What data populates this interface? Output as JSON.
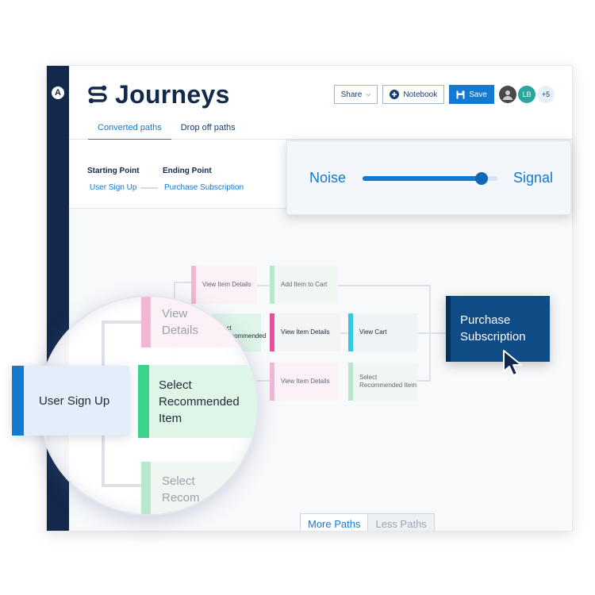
{
  "header": {
    "title": "Journeys",
    "tabs": [
      "Converted paths",
      "Drop off paths"
    ],
    "share_label": "Share",
    "notebook_label": "Notebook",
    "save_label": "Save",
    "avatar_initials": "LB",
    "avatar_more": "+5"
  },
  "filters": {
    "starting_label": "Starting Point",
    "starting_value": "User Sign Up",
    "ending_label": "Ending Point",
    "ending_value": "Purchase Subscription"
  },
  "slider": {
    "left_label": "Noise",
    "right_label": "Signal",
    "value_fraction": 0.88
  },
  "graph": {
    "nodes": {
      "view_item_details_top": "View Item Details",
      "add_item_to_cart": "Add Item to Cart",
      "view_item_details_mid": "View Item Details",
      "view_cart": "View Cart",
      "select_recommended_item_mid": "ect Recommended",
      "view_item_details_bottom": "View Item Details",
      "select_recommended_item_bottom": "Select Recommended Item",
      "purchase_subscription": "Purchase Subscription"
    },
    "more_paths": "More Paths",
    "less_paths": "Less Paths"
  },
  "magnifier": {
    "view_details": "View Details",
    "select_recommended_item": "Select Recommended Item",
    "select_recom": "Select Recom",
    "user_sign_up": "User Sign Up"
  },
  "colors": {
    "navy": "#13294b",
    "blue": "#1479d1",
    "green": "#3bd48a",
    "pink": "#e2519a",
    "cyan": "#37c8e8"
  }
}
